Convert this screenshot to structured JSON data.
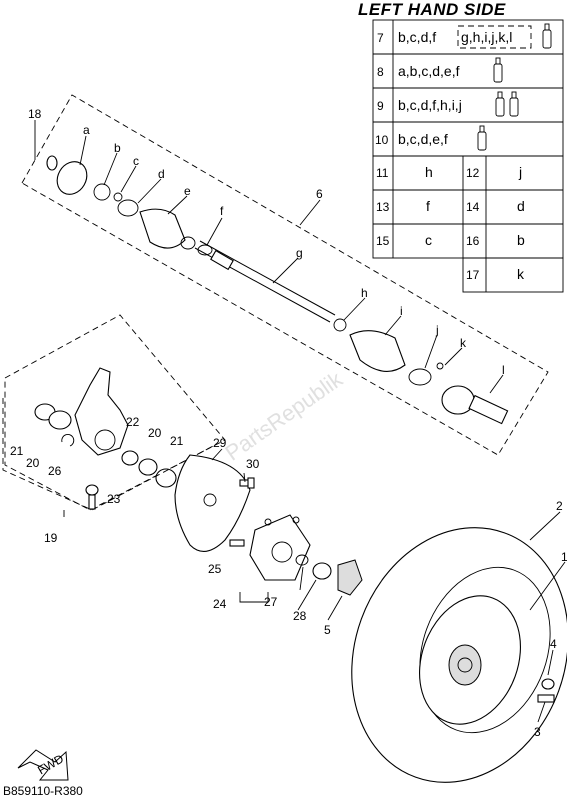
{
  "title": "LEFT HAND SIDE",
  "diagram_code": "B859110-R380",
  "watermark": "PartsRepublik",
  "fwd_label": "FWD",
  "table_rows": [
    {
      "num": "7",
      "parts": "b,c,d,f",
      "boxed": "g,h,i,j,k,l"
    },
    {
      "num": "8",
      "parts": "a,b,c,d,e,f",
      "boxed": ""
    },
    {
      "num": "9",
      "parts": "b,c,d,f,h,i,j",
      "boxed": ""
    },
    {
      "num": "10",
      "parts": "b,c,d,e,f",
      "boxed": ""
    }
  ],
  "table_grid": [
    {
      "n1": "11",
      "v1": "h",
      "n2": "12",
      "v2": "j"
    },
    {
      "n1": "13",
      "v1": "f",
      "n2": "14",
      "v2": "d"
    },
    {
      "n1": "15",
      "v1": "c",
      "n2": "16",
      "v2": "b"
    },
    {
      "n1": "",
      "v1": "",
      "n2": "17",
      "v2": "k"
    }
  ],
  "letter_labels": [
    "a",
    "b",
    "c",
    "d",
    "e",
    "f",
    "g",
    "h",
    "i",
    "j",
    "k",
    "l"
  ],
  "number_labels": [
    "1",
    "2",
    "3",
    "4",
    "5",
    "6",
    "18",
    "19",
    "20",
    "20",
    "21",
    "21",
    "22",
    "23",
    "24",
    "25",
    "26",
    "27",
    "28",
    "29",
    "30"
  ]
}
